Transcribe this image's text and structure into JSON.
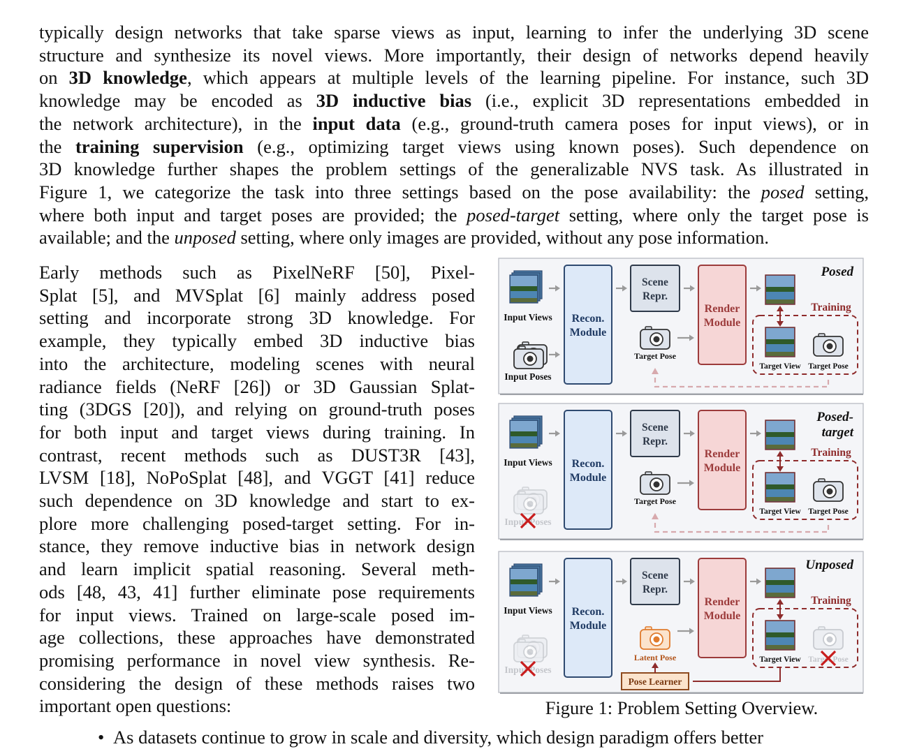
{
  "top_paragraph": {
    "lines": [
      [
        {
          "t": "typically design networks that take sparse views as input, learning to infer the underlying 3D scene"
        }
      ],
      [
        {
          "t": "structure and synthesize its novel views. More importantly, their design of networks depend heavily"
        }
      ],
      [
        {
          "t": "on "
        },
        {
          "t": "3D knowledge",
          "b": true
        },
        {
          "t": ", which appears at multiple levels of the learning pipeline. For instance, such 3D"
        }
      ],
      [
        {
          "t": "knowledge may be encoded as "
        },
        {
          "t": "3D inductive bias",
          "b": true
        },
        {
          "t": " (i.e., explicit 3D representations embedded in"
        }
      ],
      [
        {
          "t": "the network architecture), in the "
        },
        {
          "t": "input data",
          "b": true
        },
        {
          "t": " (e.g., ground-truth camera poses for input views), or in"
        }
      ],
      [
        {
          "t": "the "
        },
        {
          "t": "training supervision",
          "b": true
        },
        {
          "t": " (e.g., optimizing target views using known poses). Such dependence on"
        }
      ],
      [
        {
          "t": "3D knowledge further shapes the problem settings of the generalizable NVS task. As illustrated in"
        }
      ],
      [
        {
          "t": "Figure 1, we categorize the task into three settings based on the pose availability: the "
        },
        {
          "t": "posed",
          "i": true
        },
        {
          "t": " setting,"
        }
      ],
      [
        {
          "t": "where both input and target poses are provided; the "
        },
        {
          "t": "posed-target",
          "i": true
        },
        {
          "t": " setting, where only the target pose is"
        }
      ],
      [
        {
          "t": "available; and the "
        },
        {
          "t": "unposed",
          "i": true
        },
        {
          "t": " setting, where only images are provided, without any pose information."
        }
      ]
    ]
  },
  "left_paragraph": {
    "lines": [
      "Early methods such as PixelNeRF [50], Pixel-",
      "Splat [5], and MVSplat [6] mainly address posed",
      "setting and incorporate strong 3D knowledge. For",
      "example, they typically embed 3D inductive bias",
      "into the architecture, modeling scenes with neural",
      "radiance fields (NeRF [26]) or 3D Gaussian Splat-",
      "ting (3DGS [20]), and relying on ground-truth poses",
      "for both input and target views during training. In",
      "contrast, recent methods such as DUST3R [43],",
      "LVSM [18], NoPoSplat [48], and VGGT [41] reduce",
      "such dependence on 3D knowledge and start to ex-",
      "plore more challenging posed-target setting. For in-",
      "stance, they remove inductive bias in network design",
      "and learn implicit spatial reasoning. Several meth-",
      "ods [48, 43, 41] further eliminate pose requirements",
      "for input views. Trained on large-scale posed im-",
      "age collections, these approaches have demonstrated",
      "promising performance in novel view synthesis. Re-",
      "considering the design of these methods raises two",
      "important open questions:"
    ]
  },
  "bullet": {
    "symbol": "•",
    "text": "As datasets continue to grow in scale and diversity, which design paradigm offers better"
  },
  "figure": {
    "caption": "Figure 1: Problem Setting Overview.",
    "labels": {
      "input_views": "Input Views",
      "input_poses": "Input Poses",
      "recon_1": "Recon.",
      "recon_2": "Module",
      "scene_1": "Scene",
      "scene_2": "Repr.",
      "render_1": "Render",
      "render_2": "Module",
      "target_pose": "Target Pose",
      "latent_pose": "Latent Pose",
      "target_view": "Target View",
      "training": "Training",
      "pose_learner": "Pose Learner"
    },
    "panels": [
      {
        "title_lines": [
          "Posed"
        ],
        "mode": "posed"
      },
      {
        "title_lines": [
          "Posed-",
          "target"
        ],
        "mode": "posed-target"
      },
      {
        "title_lines": [
          "Unposed"
        ],
        "mode": "unposed"
      }
    ],
    "colors": {
      "panel_bg": "#f4f5f8",
      "recon_fill": "#dde9f8",
      "recon_stroke": "#2f4a70",
      "scene_fill": "#dde3ec",
      "render_fill": "#f6d6d6",
      "render_stroke": "#9c3b3b",
      "training": "#8e2b2b",
      "dashed": "#d7a9ad",
      "latent": "#e07b2c",
      "pose_learner_fill": "#fbe3cc",
      "pose_learner_stroke": "#8e4a1e",
      "cross": "#c81d1d"
    }
  }
}
